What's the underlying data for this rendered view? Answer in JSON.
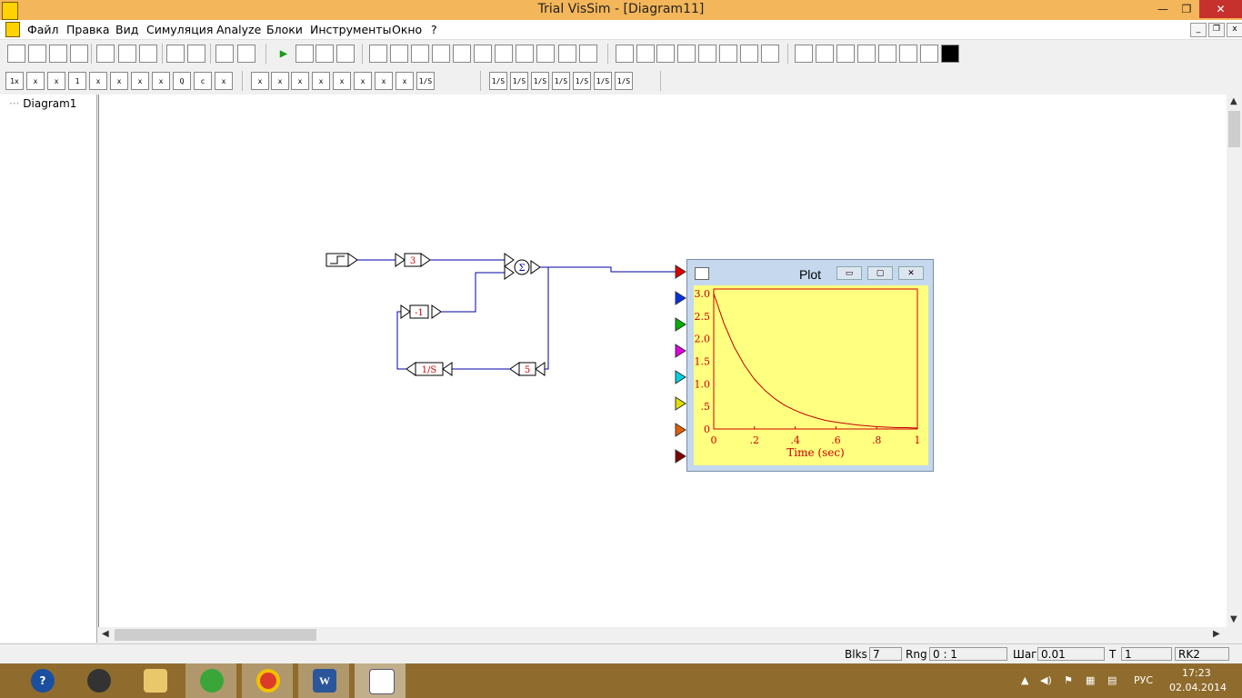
{
  "window": {
    "title": "Trial VisSim - [Diagram11]"
  },
  "menu": [
    "Файл",
    "Правка",
    "Вид",
    "Симуляция",
    "Analyze",
    "Блоки",
    "Инструменты",
    "Окно",
    "?"
  ],
  "toolbar1_icons": [
    "new",
    "open",
    "save",
    "print",
    "cut",
    "copy",
    "paste",
    "add-input",
    "add-output",
    "expand",
    "collapse",
    "play",
    "pause",
    "step",
    "reset",
    "label1",
    "label2",
    "block3",
    "block4",
    "block5",
    "block6",
    "block7",
    "block8",
    "block9",
    "onoff",
    "display",
    "ref0",
    "plot-xy",
    "led",
    "scope",
    "bar",
    "matrix",
    "stop",
    "error",
    "label",
    "port1",
    "port2",
    "port3",
    "variable",
    "connector",
    "offset",
    "black-box"
  ],
  "toolbar2_labels": [
    "1x",
    "x",
    "x",
    "1",
    "x",
    "x",
    "x",
    "x",
    "Q",
    "c",
    "x",
    "x",
    "x",
    "x",
    "x",
    "x",
    "x",
    "x",
    "x",
    "1/S",
    "1/S",
    "1/S",
    "1/S",
    "1/S",
    "1/S",
    "1/S",
    "1/S"
  ],
  "tree": {
    "item": "Diagram1"
  },
  "diagram": {
    "gain1": "3",
    "gain2": "-1",
    "gain3": "5",
    "integrator": "1/S",
    "summer": "Σ"
  },
  "plot": {
    "title": "Plot",
    "xlabel": "Time (sec)",
    "yticks": [
      "3.0",
      "2.5",
      "2.0",
      "1.5",
      "1.0",
      ".5",
      "0"
    ],
    "xticks": [
      "0",
      ".2",
      ".4",
      ".6",
      ".8",
      "1"
    ]
  },
  "chart_data": {
    "type": "line",
    "title": "Plot",
    "xlabel": "Time (sec)",
    "ylabel": "",
    "xlim": [
      0,
      1
    ],
    "ylim": [
      0,
      3.1
    ],
    "series": [
      {
        "x": [
          0,
          0.05,
          0.1,
          0.15,
          0.2,
          0.25,
          0.3,
          0.35,
          0.4,
          0.45,
          0.5,
          0.55,
          0.6,
          0.65,
          0.7,
          0.75,
          0.8,
          0.85,
          0.9,
          0.95,
          1.0
        ],
        "y": [
          3.0,
          2.34,
          1.82,
          1.42,
          1.1,
          0.86,
          0.67,
          0.52,
          0.41,
          0.32,
          0.25,
          0.19,
          0.15,
          0.12,
          0.09,
          0.07,
          0.05,
          0.04,
          0.03,
          0.03,
          0.02
        ],
        "color": "#c00000"
      }
    ],
    "plot_bg": "#ffff80",
    "grid": false
  },
  "input_port_colors": [
    "#e00000",
    "#0030e0",
    "#00b000",
    "#e000e0",
    "#00d0e0",
    "#e0e000",
    "#e06000",
    "#800000"
  ],
  "status": {
    "blks_label": "Blks",
    "blks_value": "7",
    "rng_label": "Rng",
    "rng_value": "0 : 1",
    "step_label": "Шаг",
    "step_value": "0.01",
    "t_label": "T",
    "t_value": "1",
    "method": "RK2"
  },
  "taskbar": {
    "lang": "РУС",
    "time": "17:23",
    "date": "02.04.2014"
  }
}
